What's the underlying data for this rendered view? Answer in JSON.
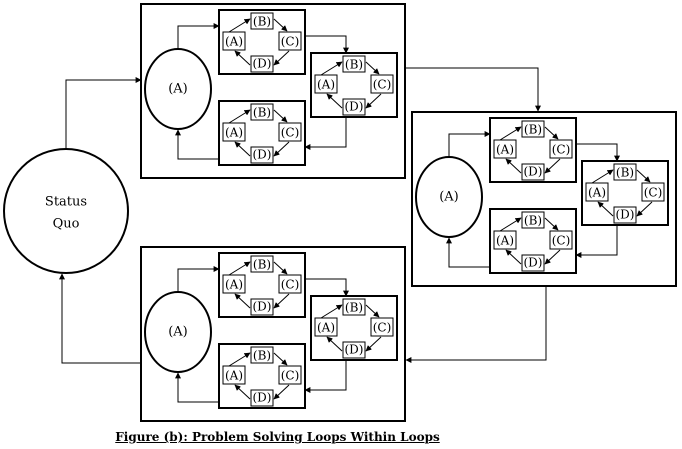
{
  "diagram": {
    "status_quo_line1": "Status",
    "status_quo_line2": "Quo",
    "label_a": "(A)",
    "label_b": "(B)",
    "label_c": "(C)",
    "label_d": "(D)"
  },
  "caption": "Figure (b): Problem Solving Loops Within Loops"
}
